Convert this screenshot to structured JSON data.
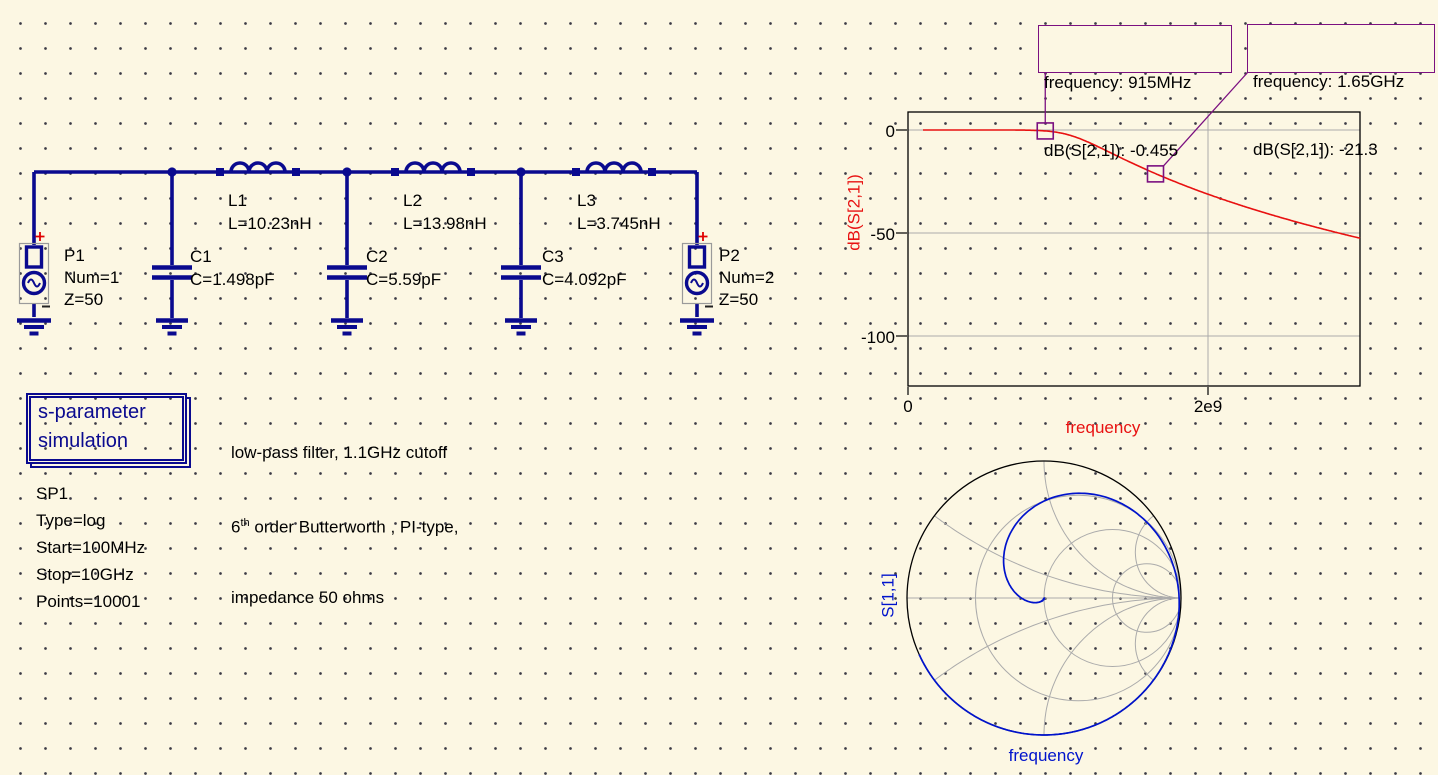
{
  "circuit": {
    "L_nH": [
      10.23,
      13.98,
      3.745
    ],
    "C_pF": [
      1.498,
      5.59,
      4.092
    ],
    "z0": 50,
    "order": 6,
    "cutoff_GHz": 1.1
  },
  "colors": {
    "background": "#FCF7E3",
    "wire": "#0A0A8F",
    "curve_red": "#E81111",
    "smith_blue": "#0013CC",
    "marker_purple": "#7B1080",
    "grid_gray": "#ABABAB",
    "port_box_gray": "#9A9A9A",
    "text_black": "#000000"
  },
  "schematic": {
    "ports": [
      {
        "name": "P1",
        "line1": "Num=1",
        "line2": "Z=50"
      },
      {
        "name": "P2",
        "line1": "Num=2",
        "line2": "Z=50"
      }
    ],
    "inductors": [
      {
        "name": "L1",
        "value": "L=10.23nH"
      },
      {
        "name": "L2",
        "value": "L=13.98nH"
      },
      {
        "name": "L3",
        "value": "L=3.745nH"
      }
    ],
    "capacitors": [
      {
        "name": "C1",
        "value": "C=1.498pF"
      },
      {
        "name": "C2",
        "value": "C=5.59pF"
      },
      {
        "name": "C3",
        "value": "C=4.092pF"
      }
    ],
    "sim_box": {
      "line1": "s-parameter",
      "line2": "simulation"
    },
    "sim_params": [
      "SP1",
      "Type=log",
      "Start=100MHz",
      "Stop=10GHz",
      "Points=10001"
    ],
    "note": {
      "line1": "low-pass filter, 1.1GHz cutoff",
      "line2_base": "6",
      "line2_sup": "th",
      "line2_rest": " order Butterworth , PI-type,",
      "line3": "impedance 50 ohms"
    }
  },
  "markers": [
    {
      "line1": "frequency: 915MHz",
      "line2": "dB(S[2,1]): -0.455",
      "f_hz": 915000000,
      "db": -0.455
    },
    {
      "line1": "frequency: 1.65GHz",
      "line2": "dB(S[2,1]): -21.3",
      "f_hz": 1650000000,
      "db": -21.3
    }
  ],
  "cartesian_plot": {
    "xlabel": "frequency",
    "ylabel": "dB(S[2,1])",
    "xtick_labels": [
      "0",
      "2e9"
    ],
    "ytick_labels": [
      "0",
      "-50",
      "-100"
    ]
  },
  "smith_plot": {
    "trace_label": "S[1,1]",
    "xlabel": "frequency"
  },
  "chart_data": [
    {
      "type": "line",
      "title": "dB(S[2,1]) of 6th-order Butterworth PI low-pass, fc=1.1GHz",
      "xlabel": "frequency",
      "ylabel": "dB(S[2,1])",
      "xlim": [
        0,
        3010000000
      ],
      "ylim": [
        -124,
        9
      ],
      "xticks": [
        0,
        2000000000
      ],
      "yticks": [
        0,
        -50,
        -100
      ],
      "grid": true,
      "legend_position": "none",
      "series": [
        {
          "name": "dB(S[2,1])",
          "color": "#E81111",
          "x_GHz": [
            0.1,
            0.5,
            0.8,
            0.915,
            1.0,
            1.1,
            1.2,
            1.4,
            1.65,
            2.0,
            2.5,
            3.0
          ],
          "y_dB": [
            0,
            0,
            -0.09,
            -0.455,
            -1.2,
            -3.0,
            -5.8,
            -12.8,
            -21.3,
            -31.2,
            -42.8,
            -52.3
          ]
        }
      ],
      "markers": [
        {
          "x_hz": 915000000,
          "y_dB": -0.455
        },
        {
          "x_hz": 1650000000,
          "y_dB": -21.3
        }
      ]
    },
    {
      "type": "smith",
      "title": "S[1,1] on Smith chart",
      "xlabel": "frequency",
      "series": [
        {
          "name": "S[1,1]",
          "color": "#0013CC",
          "sweep": "log 100MHz to 10GHz",
          "behavior": "near chart center at 100MHz, spirals clockwise outward with frequency, hugging the unit circle (|S11|≈1) at 10GHz ending at the lower-left rim"
        }
      ]
    }
  ]
}
